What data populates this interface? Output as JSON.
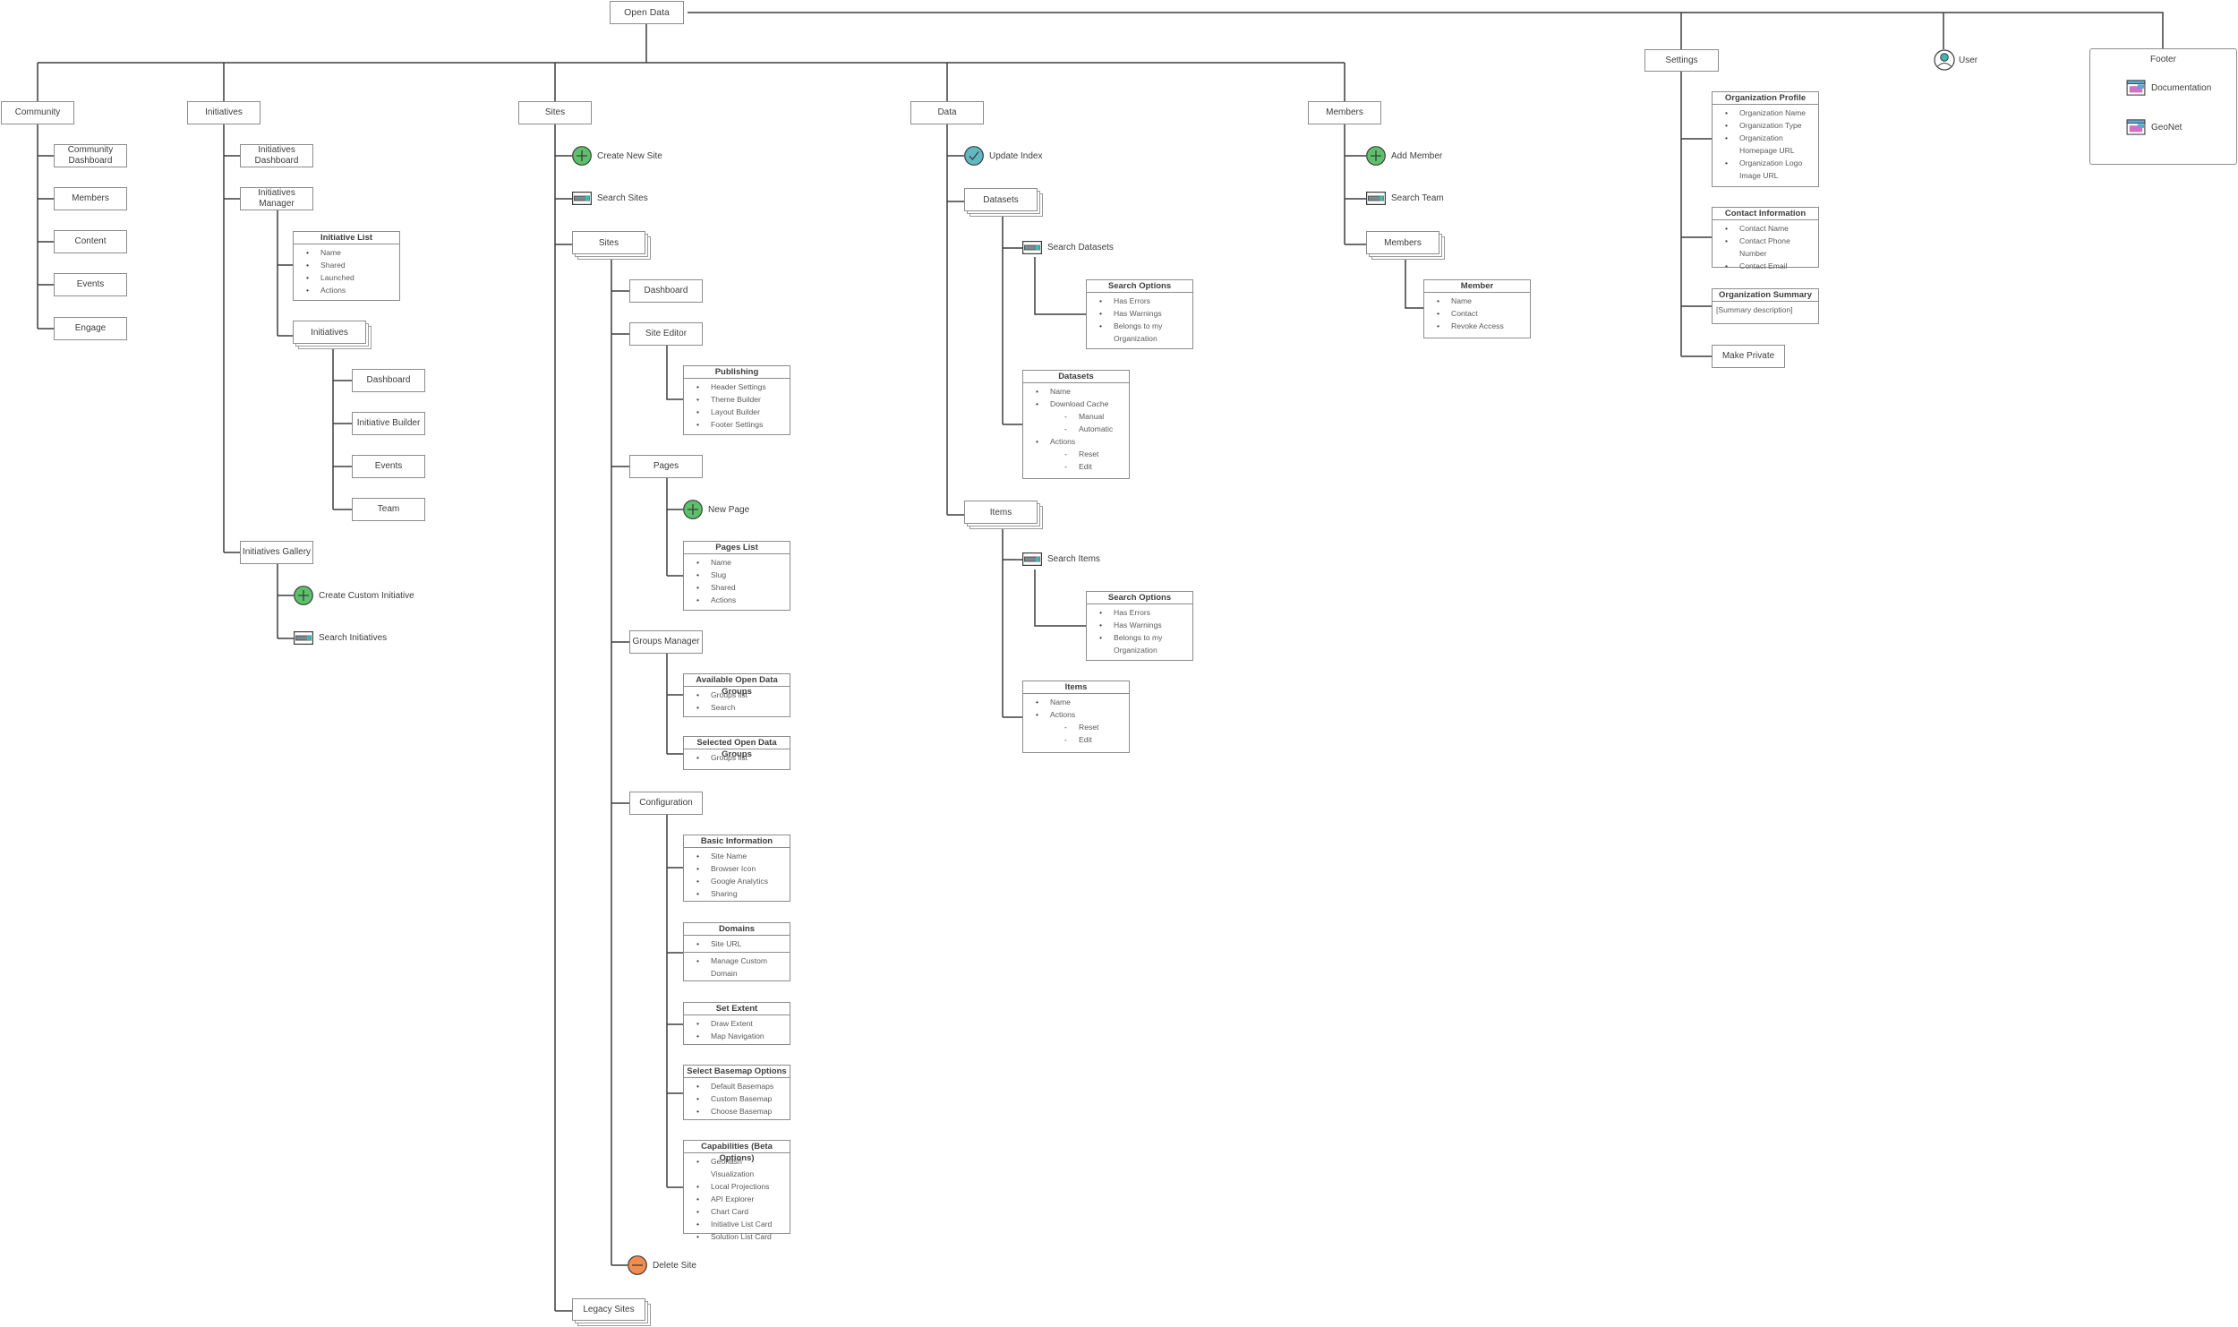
{
  "root": {
    "title": "Open Data",
    "settings": "Settings",
    "user": "User",
    "footer": "Footer"
  },
  "community": {
    "title": "Community",
    "items": [
      "Community Dashboard",
      "Members",
      "Content",
      "Events",
      "Engage"
    ]
  },
  "initiatives": {
    "title": "Initiatives",
    "dashboard": "Initiatives Dashboard",
    "manager": "Initiatives Manager",
    "initiative_list": {
      "title": "Initiative List",
      "items": [
        "Name",
        "Shared",
        "Launched",
        "Actions"
      ]
    },
    "initiatives_stack": "Initiatives",
    "sub_items": [
      "Dashboard",
      "Initiative Builder",
      "Events",
      "Team"
    ],
    "gallery": "Initiatives Gallery",
    "create_custom": "Create Custom Initiative",
    "search_initiatives": "Search Initiatives"
  },
  "sites": {
    "title": "Sites",
    "create_new_site": "Create New Site",
    "search_sites": "Search Sites",
    "sites_stack": "Sites",
    "dashboard": "Dashboard",
    "site_editor": "Site Editor",
    "publishing": {
      "title": "Publishing",
      "items": [
        "Header Settings",
        "Theme Builder",
        "Layout Builder",
        "Footer Settings"
      ]
    },
    "pages": "Pages",
    "new_page": "New Page",
    "pages_list": {
      "title": "Pages List",
      "items": [
        "Name",
        "Slug",
        "Shared",
        "Actions"
      ]
    },
    "groups_manager": "Groups Manager",
    "available_groups": {
      "title": "Available Open Data Groups",
      "items": [
        "Groups list",
        "Search"
      ]
    },
    "selected_groups": {
      "title": "Selected Open Data Groups",
      "items": [
        "Groups list"
      ]
    },
    "configuration": "Configuration",
    "basic_information": {
      "title": "Basic Information",
      "items": [
        "Site Name",
        "Browser Icon",
        "Google Analytics",
        "Sharing"
      ]
    },
    "domains": {
      "title": "Domains",
      "items_a": [
        "Site URL"
      ],
      "items_b": [
        "Manage Custom",
        "Domain"
      ]
    },
    "set_extent": {
      "title": "Set Extent",
      "items": [
        "Draw Extent",
        "Map Navigation"
      ]
    },
    "basemap": {
      "title": "Select Basemap Options",
      "items": [
        "Default Basemaps",
        "Custom Basemap",
        "Choose Basemap"
      ]
    },
    "capabilities": {
      "title": "Capabilities (Beta Options)",
      "items": [
        "Geohash Visualization",
        "Local Projections",
        "API Explorer",
        "Chart Card",
        "Initiative List Card",
        "Solution List Card"
      ]
    },
    "delete_site": "Delete Site",
    "legacy_sites": "Legacy Sites"
  },
  "data": {
    "title": "Data",
    "update_index": "Update Index",
    "datasets_stack": "Datasets",
    "search_datasets": "Search Datasets",
    "search_options_1": {
      "title": "Search Options",
      "items": [
        "Has Errors",
        "Has Warnings",
        "Belongs to my",
        "Organization"
      ]
    },
    "datasets_card": {
      "title": "Datasets",
      "items": [
        "Name",
        "Download Cache",
        "Manual",
        "Automatic",
        "Actions",
        "Reset",
        "Edit"
      ]
    },
    "items_stack": "Items",
    "search_items": "Search Items",
    "search_options_2": {
      "title": "Search Options",
      "items": [
        "Has Errors",
        "Has Warnings",
        "Belongs to my",
        "Organization"
      ]
    },
    "items_card": {
      "title": "Items",
      "items": [
        "Name",
        "Actions",
        "Reset",
        "Edit"
      ]
    }
  },
  "members": {
    "title": "Members",
    "add_member": "Add Member",
    "search_team": "Search Team",
    "members_stack": "Members",
    "member_card": {
      "title": "Member",
      "items": [
        "Name",
        "Contact",
        "Revoke Access"
      ]
    }
  },
  "settings": {
    "org_profile": {
      "title": "Organization Profile",
      "items": [
        "Organization Name",
        "Organization Type",
        "Organization",
        "Homepage URL",
        "Organization Logo",
        "Image URL"
      ]
    },
    "contact_info": {
      "title": "Contact Information",
      "items": [
        "Contact Name",
        "Contact Phone Number",
        "Contact Email"
      ]
    },
    "org_summary": {
      "title": "Organization Summary",
      "text": "[Summary description]"
    },
    "make_private": "Make Private"
  },
  "footer": {
    "documentation": "Documentation",
    "geonet": "GeoNet"
  },
  "colors": {
    "line": "#3d3d3d",
    "border": "#8c8c8c",
    "plus_green": "#5cc16a",
    "check_teal": "#5fb8c2",
    "minus_orange": "#f28c4d",
    "user_teal": "#3fb7b0",
    "doc_pink": "#d56fc4",
    "doc_blue": "#5aa9d6"
  }
}
